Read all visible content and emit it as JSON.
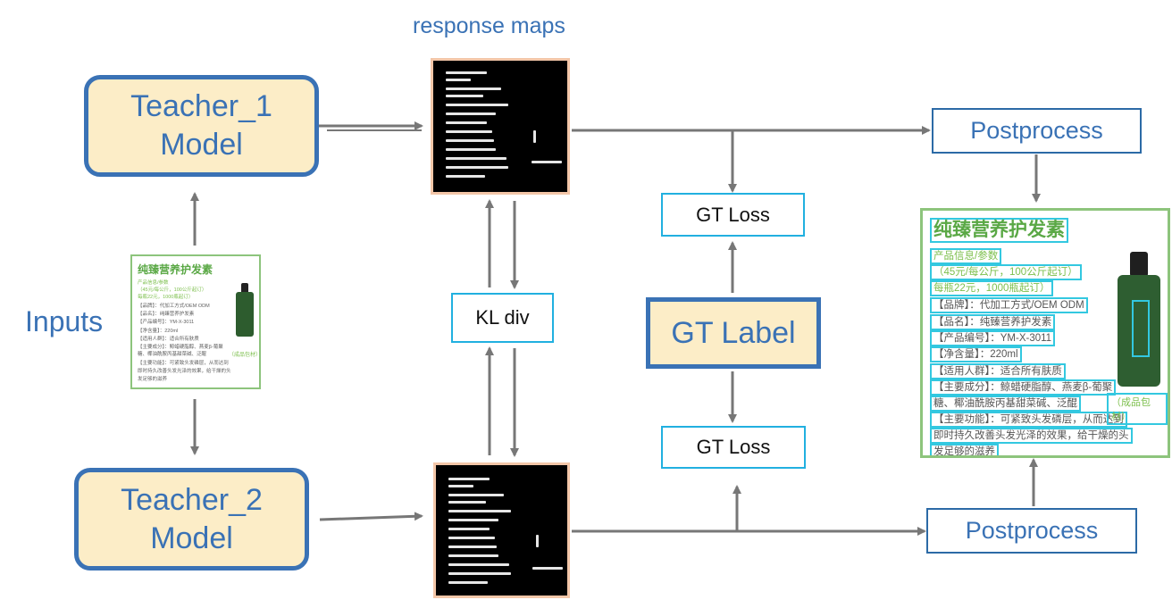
{
  "labels": {
    "response_maps": "response maps",
    "inputs": "Inputs"
  },
  "nodes": {
    "teacher1": [
      "Teacher_1",
      "Model"
    ],
    "teacher2": [
      "Teacher_2",
      "Model"
    ],
    "kl_div": "KL div",
    "gt_label": "GT Label",
    "gt_loss_top": "GT Loss",
    "gt_loss_bottom": "GT Loss",
    "postprocess_top": "Postprocess",
    "postprocess_bottom": "Postprocess"
  },
  "document": {
    "title": "纯臻营养护发素",
    "lines": [
      "产品信息/参数",
      "（45元/每公斤，100公斤起订）",
      "每瓶22元，1000瓶起订）",
      "【品牌】：代加工方式/OEM ODM",
      "【品名】：纯臻营养护发素",
      "【产品编号】：YM-X-3011",
      "【净含量】：220ml",
      "【适用人群】：适合所有肤质",
      "【主要成分】：鲸蜡硬脂醇、燕麦β-葡聚",
      "糖、椰油酰胺丙基甜菜碱、泛醌",
      "【主要功能】：可紧致头发磷层，从而达到",
      "即时持久改善头发光泽的效果，给干燥的头",
      "发足够的滋养"
    ],
    "tag": "（成品包材）"
  },
  "colors": {
    "arrow": "#777777",
    "accent_blue": "#3a72b5",
    "teacher_fill": "#fcedc7",
    "loss_border": "#21b0e0"
  }
}
